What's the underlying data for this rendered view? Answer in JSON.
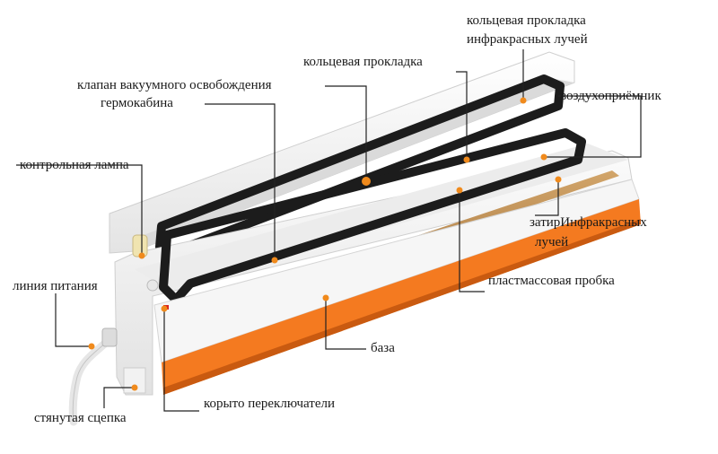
{
  "labels": {
    "infrared_ring_gasket": [
      "кольцевая прокладка",
      "инфракрасных лучей"
    ],
    "ring_gasket": "кольцевая прокладка",
    "vacuum_release_valve": "клапан вакуумного освобождения",
    "air_intake": "воздухоприёмник",
    "sealed_chamber": "гермокабина",
    "indicator_lamp": "контрольная лампа",
    "infrared_heater": [
      "затирИнфракрасных",
      "лучей"
    ],
    "power_line": "линия питания",
    "plastic_plug": "пластмассовая пробка",
    "base": "база",
    "locking_clasp": "стянутая сцепка",
    "switch_housing": "корыто переключатели"
  },
  "colors": {
    "leader_line": "#222222",
    "marker_dot": "#f08a1c",
    "accent_orange": "#f47a20",
    "gasket": "#1c1c1c",
    "heater_strip": "#b88a50",
    "body": "#f3f3f3"
  }
}
